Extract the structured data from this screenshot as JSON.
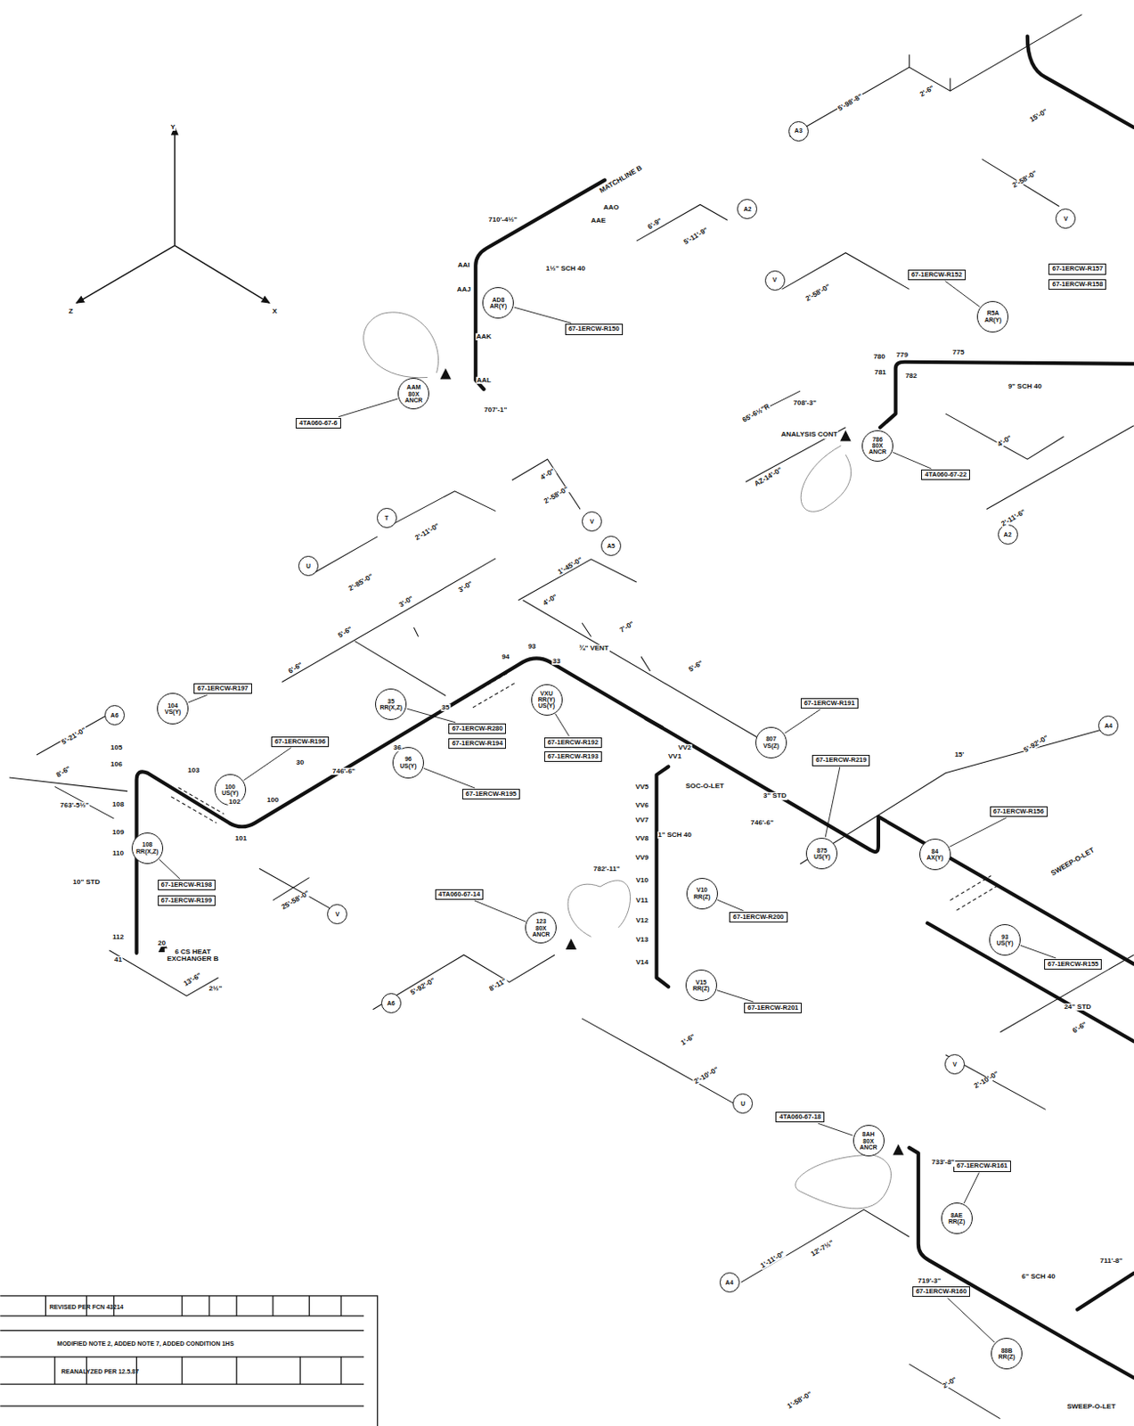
{
  "diagram": {
    "nodes": [
      {
        "text": [
          "A3"
        ]
      },
      {
        "text": [
          "V"
        ]
      },
      {
        "text": [
          "A2"
        ]
      },
      {
        "text": [
          "AD8",
          "AR(Y)"
        ]
      },
      {
        "text": [
          "AAM",
          "80X",
          "ANCR"
        ]
      },
      {
        "text": [
          "V"
        ]
      },
      {
        "text": [
          "R5A",
          "AR(Y)"
        ]
      },
      {
        "text": [
          "786",
          "80X",
          "ANCR"
        ]
      },
      {
        "text": [
          "V"
        ]
      },
      {
        "text": [
          "T"
        ]
      },
      {
        "text": [
          "U"
        ]
      },
      {
        "text": [
          "A5"
        ]
      },
      {
        "text": [
          "A6"
        ]
      },
      {
        "text": [
          "104",
          "VS(Y)"
        ]
      },
      {
        "text": [
          "35",
          "RR(X,Z)"
        ]
      },
      {
        "text": [
          "VXU",
          "RR(Y)",
          "US(Y)"
        ]
      },
      {
        "text": [
          "96",
          "US(Y)"
        ]
      },
      {
        "text": [
          "100",
          "US(Y)"
        ]
      },
      {
        "text": [
          "807",
          "VS(Z)"
        ]
      },
      {
        "text": [
          "108",
          "RR(X,Z)"
        ]
      },
      {
        "text": [
          "V"
        ]
      },
      {
        "text": [
          "A4"
        ]
      },
      {
        "text": [
          "875",
          "US(Y)"
        ]
      },
      {
        "text": [
          "84",
          "AX(Y)"
        ]
      },
      {
        "text": [
          "V10",
          "RR(Z)"
        ]
      },
      {
        "text": [
          "123",
          "80X",
          "ANCR"
        ]
      },
      {
        "text": [
          "93",
          "US(Y)"
        ]
      },
      {
        "text": [
          "V15",
          "RR(Z)"
        ]
      },
      {
        "text": [
          "A6"
        ]
      },
      {
        "text": [
          "U"
        ]
      },
      {
        "text": [
          "V"
        ]
      },
      {
        "text": [
          "8AH",
          "80X",
          "ANCR"
        ]
      },
      {
        "text": [
          "8AE",
          "RR(Z)"
        ]
      },
      {
        "text": [
          "A4"
        ]
      },
      {
        "text": [
          "88B",
          "RR(Z)"
        ]
      },
      {
        "text": [
          "A2"
        ]
      },
      {
        "text": [
          "67-1ERCW-R150"
        ]
      },
      {
        "text": [
          "67-1ERCW-R152"
        ]
      },
      {
        "text": [
          "67-1ERCW-R157"
        ]
      },
      {
        "text": [
          "67-1ERCW-R158"
        ]
      },
      {
        "text": [
          "4TA060-67-6"
        ]
      },
      {
        "text": [
          "4TA060-67-22"
        ]
      },
      {
        "text": [
          "67-1ERCW-R197"
        ]
      },
      {
        "text": [
          "67-1ERCW-R196"
        ]
      },
      {
        "text": [
          "67-1ERCW-R280"
        ]
      },
      {
        "text": [
          "67-1ERCW-R194"
        ]
      },
      {
        "text": [
          "67-1ERCW-R192"
        ]
      },
      {
        "text": [
          "67-1ERCW-R193"
        ]
      },
      {
        "text": [
          "67-1ERCW-R195"
        ]
      },
      {
        "text": [
          "67-1ERCW-R191"
        ]
      },
      {
        "text": [
          "67-1ERCW-R219"
        ]
      },
      {
        "text": [
          "67-1ERCW-R198"
        ]
      },
      {
        "text": [
          "67-1ERCW-R199"
        ]
      },
      {
        "text": [
          "4TA060-67-14"
        ]
      },
      {
        "text": [
          "67-1ERCW-R200"
        ]
      },
      {
        "text": [
          "67-1ERCW-R201"
        ]
      },
      {
        "text": [
          "67-1ERCW-R155"
        ]
      },
      {
        "text": [
          "67-1ERCW-R156"
        ]
      },
      {
        "text": [
          "4TA060-67-18"
        ]
      },
      {
        "text": [
          "67-1ERCW-R161"
        ]
      },
      {
        "text": [
          "67-1ERCW-R160"
        ]
      }
    ],
    "edges": [
      {
        "from": 3,
        "to": 36,
        "arrow": "none"
      },
      {
        "from": 6,
        "to": 37,
        "arrow": "none"
      },
      {
        "from": 7,
        "to": 41,
        "arrow": "none"
      },
      {
        "from": 13,
        "to": 42,
        "arrow": "none"
      },
      {
        "from": 17,
        "to": 43,
        "arrow": "none"
      },
      {
        "from": 14,
        "to": 44,
        "arrow": "none"
      },
      {
        "from": 16,
        "to": 48,
        "arrow": "none"
      },
      {
        "from": 15,
        "to": 46,
        "arrow": "none"
      },
      {
        "from": 18,
        "to": 49,
        "arrow": "none"
      },
      {
        "from": 22,
        "to": 50,
        "arrow": "none"
      },
      {
        "from": 19,
        "to": 51,
        "arrow": "none"
      },
      {
        "from": 25,
        "to": 53,
        "arrow": "none"
      },
      {
        "from": 24,
        "to": 54,
        "arrow": "none"
      },
      {
        "from": 27,
        "to": 55,
        "arrow": "none"
      },
      {
        "from": 26,
        "to": 56,
        "arrow": "none"
      },
      {
        "from": 23,
        "to": 57,
        "arrow": "none"
      },
      {
        "from": 31,
        "to": 58,
        "arrow": "none"
      },
      {
        "from": 32,
        "to": 59,
        "arrow": "none"
      },
      {
        "from": 34,
        "to": 60,
        "arrow": "none"
      },
      {
        "from": 4,
        "to": 40,
        "arrow": "none"
      }
    ],
    "labels": [
      "Y",
      "X",
      "Z",
      "MATCHLINE B",
      "710'-4½\"",
      "6'-9\"",
      "5'-11'-9\"",
      "1½\" SCH 40",
      "707'-1\"",
      "4'-0\"",
      "2'-58'-0\"",
      "5'-98'-8\"",
      "2'-6\"",
      "15'-0\"",
      "2'-58'-0\"",
      "2'-58'-0\"",
      "9\" SCH 40",
      "65'-6½\"R",
      "708'-3\"",
      "ANALYSIS CONT",
      "AZ-14'-0\"",
      "4'-0\"",
      "2'-11'-6\"",
      "2'-11'-0\"",
      "1'-45'-0\"",
      "2'-85'-0\"",
      "3'-0\"",
      "3'-0\"",
      "4'-0\"",
      "7'-0\"",
      "5'-6\"",
      "5'-6\"",
      "6'-6\"",
      "¾\" VENT",
      "5'-21'-0\"",
      "8'-6\"",
      "763'-5½\"",
      "746'-6\"",
      "10\" STD",
      "6 CS HEAT EXCHANGER B",
      "13'-6\"",
      "2½\"",
      "25'-58'-0\"",
      "SOC-O-LET",
      "1\" SCH 40",
      "782'-11\"",
      "3\" STD",
      "746'-6\"",
      "5'-92'-0\"",
      "8'-11\"",
      "1'-6\"",
      "2'-10'-0\"",
      "15'",
      "5'-92'-0\"",
      "SWEEP-O-LET",
      "24\" STD",
      "6'-6\"",
      "2'-10'-0\"",
      "733'-8\"",
      "1'-11'-0\"",
      "12'-7½\"",
      "6\" SCH 40",
      "711'-8\"",
      "719'-3\"",
      "2'-0\"",
      "1'-58'-0\"",
      "SWEEP-O-LET",
      "105",
      "106",
      "108",
      "109",
      "110",
      "112",
      "41",
      "20",
      "103",
      "102",
      "100",
      "101",
      "30",
      "94",
      "93",
      "33",
      "35",
      "36",
      "VV1",
      "VV2",
      "VV5",
      "VV6",
      "VV7",
      "VV8",
      "VV9",
      "V10",
      "V11",
      "V12",
      "V13",
      "V14",
      "AAO",
      "AAE",
      "AAI",
      "AAJ",
      "AAK",
      "AAL",
      "780",
      "779",
      "775",
      "782",
      "781",
      "REVISED PER FCN 43214",
      "MODIFIED NOTE 2, ADDED NOTE 7, ADDED CONDITION 1HS",
      "REANALYZED PER 12.5.87"
    ]
  }
}
